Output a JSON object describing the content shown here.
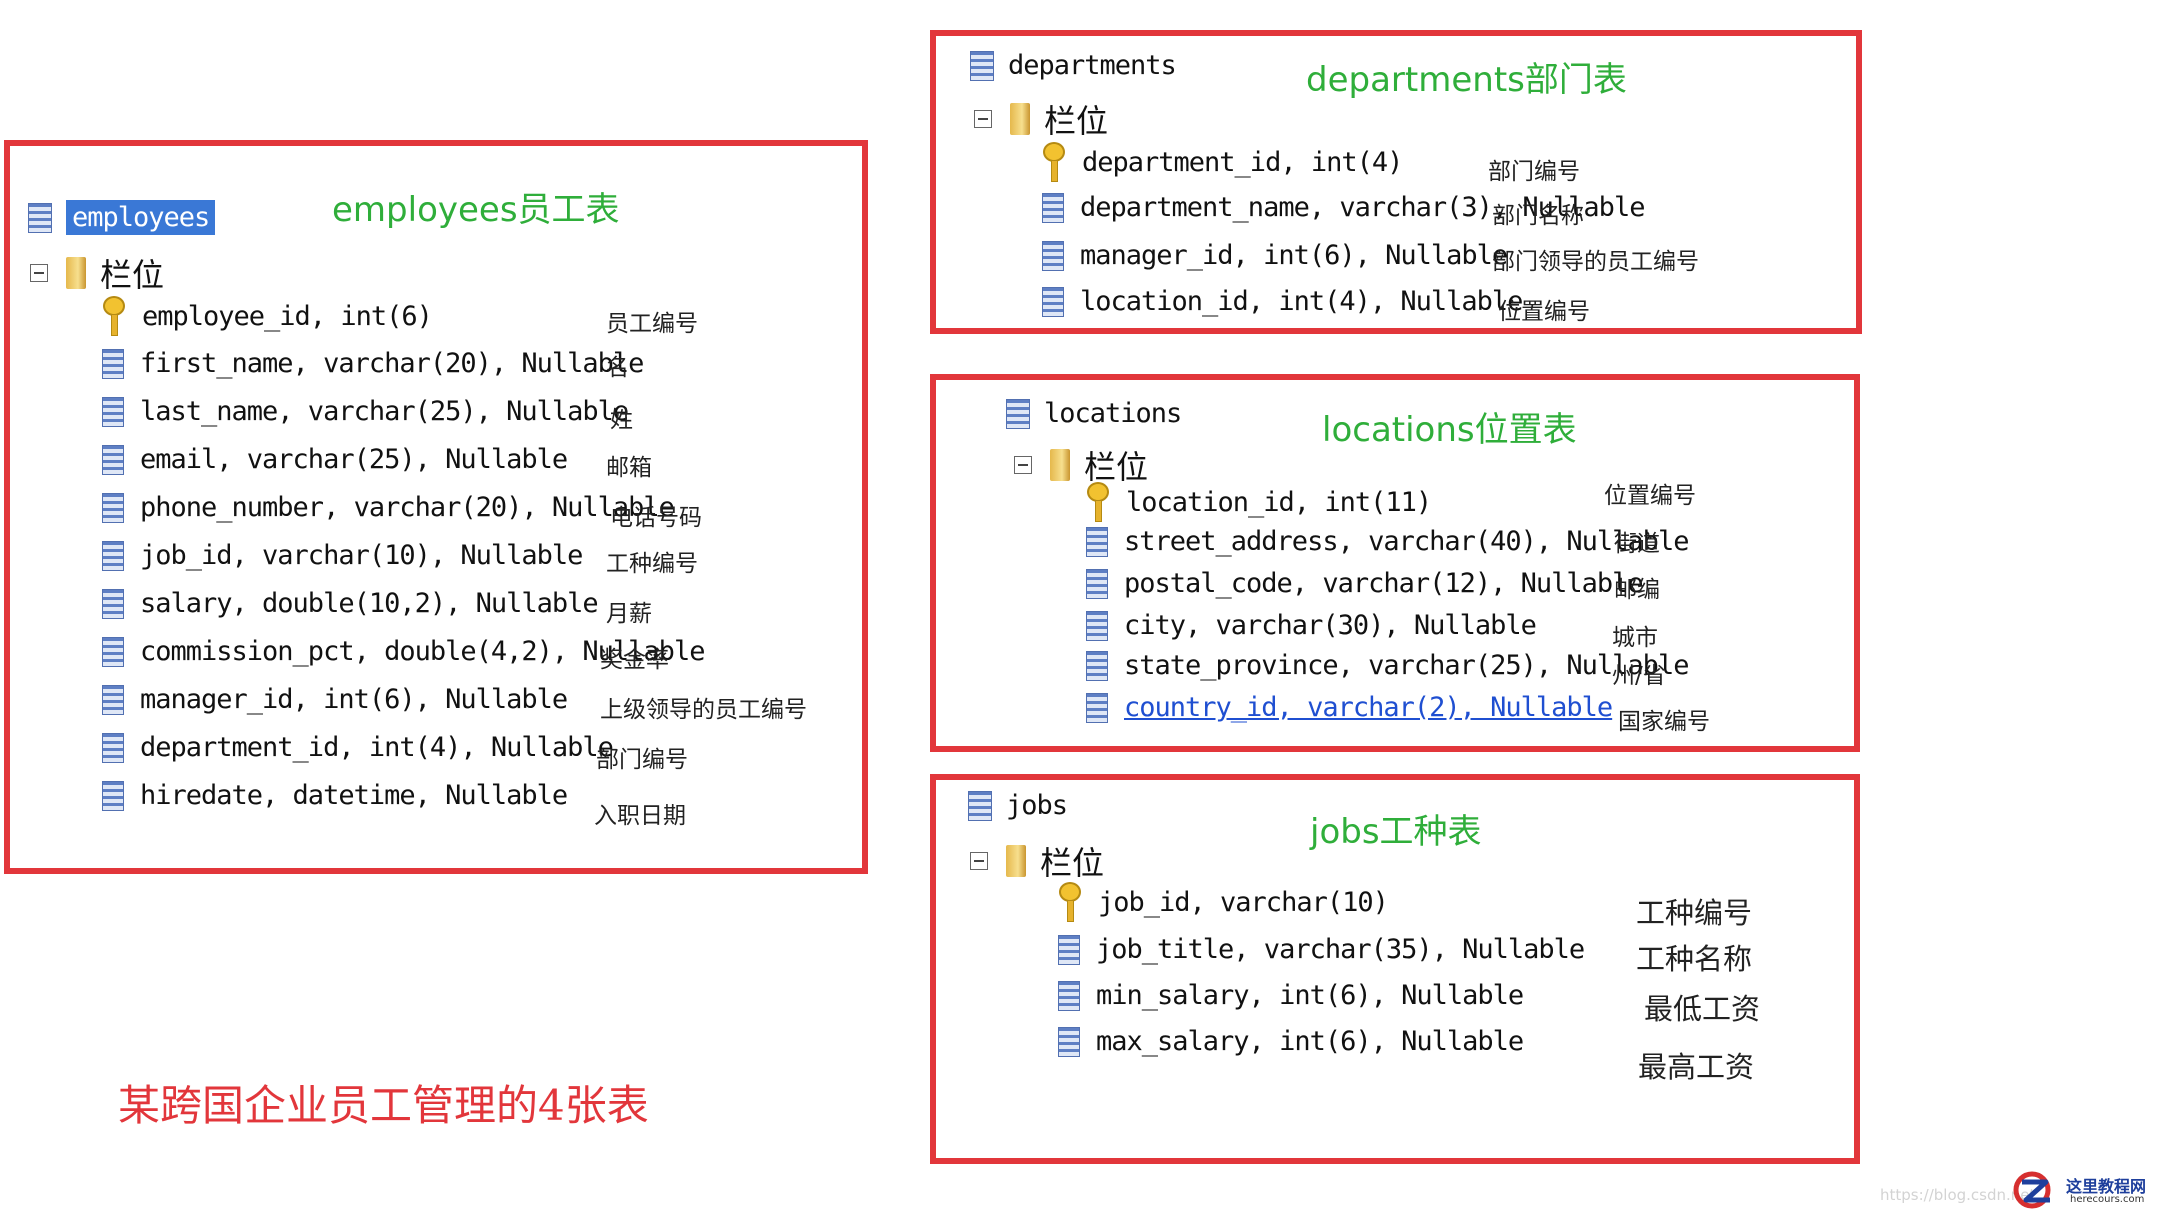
{
  "tables": [
    {
      "id": "employees",
      "title": "employees员工表",
      "table_name": "employees",
      "folder_label": "栏位",
      "columns": [
        {
          "name": "employee_id, int(6)",
          "label": "员工编号",
          "key": true
        },
        {
          "name": "first_name, varchar(20), Nullable",
          "label": "名"
        },
        {
          "name": "last_name, varchar(25), Nullable",
          "label": "姓"
        },
        {
          "name": "email, varchar(25), Nullable",
          "label": "邮箱"
        },
        {
          "name": "phone_number, varchar(20), Nullable",
          "label": "电话号码"
        },
        {
          "name": "job_id, varchar(10), Nullable",
          "label": "工种编号"
        },
        {
          "name": "salary, double(10,2), Nullable",
          "label": "月薪"
        },
        {
          "name": "commission_pct, double(4,2), Nullable",
          "label": "奖金率"
        },
        {
          "name": "manager_id, int(6), Nullable",
          "label": "上级领导的员工编号"
        },
        {
          "name": "department_id, int(4), Nullable",
          "label": "部门编号"
        },
        {
          "name": "hiredate, datetime, Nullable",
          "label": "入职日期"
        }
      ]
    },
    {
      "id": "departments",
      "title": "departments部门表",
      "table_name": "departments",
      "folder_label": "栏位",
      "columns": [
        {
          "name": "department_id, int(4)",
          "label": "部门编号",
          "key": true
        },
        {
          "name": "department_name, varchar(3), Nullable",
          "label": "部门名称"
        },
        {
          "name": "manager_id, int(6), Nullable",
          "label": "部门领导的员工编号"
        },
        {
          "name": "location_id, int(4), Nullable",
          "label": "位置编号"
        }
      ]
    },
    {
      "id": "locations",
      "title": "locations位置表",
      "table_name": "locations",
      "folder_label": "栏位",
      "columns": [
        {
          "name": "location_id, int(11)",
          "label": "位置编号",
          "key": true
        },
        {
          "name": "street_address, varchar(40), Nullable",
          "label": "街道"
        },
        {
          "name": "postal_code, varchar(12), Nullable",
          "label": "邮编"
        },
        {
          "name": "city, varchar(30), Nullable",
          "label": "城市"
        },
        {
          "name": "state_province, varchar(25), Nullable",
          "label": "州/省"
        },
        {
          "name": "country_id, varchar(2), Nullable",
          "label": "国家编号"
        }
      ]
    },
    {
      "id": "jobs",
      "title": "jobs工种表",
      "table_name": "jobs",
      "folder_label": "栏位",
      "columns": [
        {
          "name": "job_id, varchar(10)",
          "label": "工种编号",
          "key": true
        },
        {
          "name": "job_title, varchar(35), Nullable",
          "label": "工种名称"
        },
        {
          "name": "min_salary, int(6), Nullable",
          "label": "最低工资"
        },
        {
          "name": "max_salary, int(6), Nullable",
          "label": "最高工资"
        }
      ]
    }
  ],
  "caption": "某跨国企业员工管理的4张表",
  "watermark": "https://blog.csdn.net",
  "logo": {
    "main": "这里教程网",
    "sub": "herecours.com"
  },
  "colors": {
    "border": "#e2363b",
    "title": "#2fae3a",
    "caption": "#e2363b",
    "link": "#1f4fd1"
  }
}
